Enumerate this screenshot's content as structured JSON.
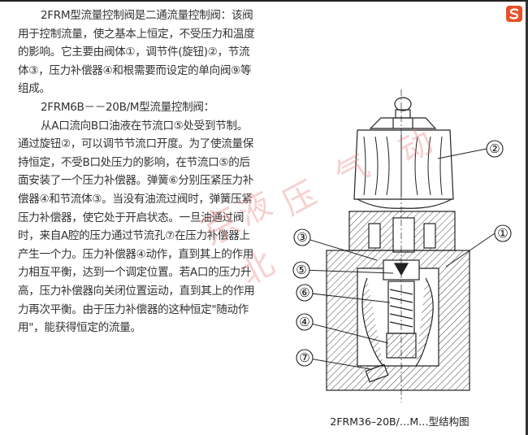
{
  "paragraphs": [
    "2FRM型流量控制阀是二通流量控制阀：该阀用于控制流量，使之基本上恒定，不受压力和温度的影响。它主要由阀体①，调节件(旋钮)②，节流体③，压力补偿器④和根需要而设定的单向阀⑨等组成。",
    "2FRM6B－－20B/M型流量控制阀：",
    "从A口流向B口油液在节流口⑤处受到节制。通过旋钮②，可以调节节流口开度。为了使流量保持恒定，不受B口处压力的影响，在节流口⑤的后面安装了一个压力补偿器。弹簧⑥分别压紧压力补偿器④和节流体③。当没有油流过阀时，弹簧压紧压力补偿器，使它处于开启状态。一旦油通过阀时，来自A腔的压力通过节流孔⑦在压力补偿器上产生一个力。压力补偿器④动作，直到其上的作用力相互平衡，达到一个调定位置。若A口的压力升高，压力补偿器向关闭位置运动，直到其上的作用力再次平衡。由于压力补偿器的这种恒定\"随动作用\"，能获得恒定的流量。"
  ],
  "figure": {
    "caption": "2FRM36–20B/…M…型结构图",
    "callouts": [
      "②",
      "③",
      "①",
      "⑤",
      "⑥",
      "④",
      "⑦"
    ],
    "watermark": [
      "北",
      "京",
      "液",
      "压",
      "气",
      "动"
    ]
  },
  "logo": {
    "icon": "s-logo-icon",
    "color": "#e8502a"
  }
}
